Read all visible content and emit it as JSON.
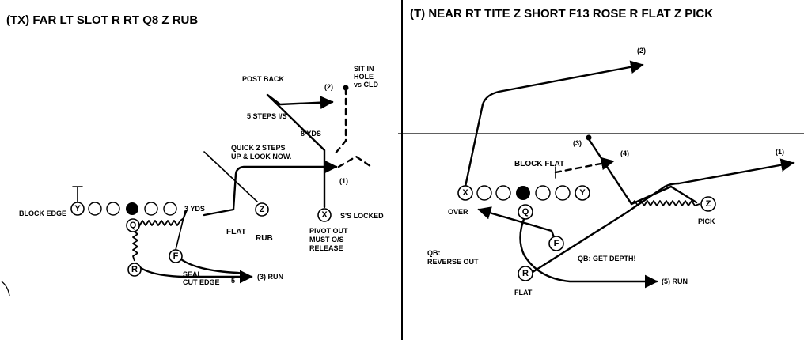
{
  "left_play": {
    "title": "(TX) FAR LT SLOT R RT Q8 Z RUB",
    "players": {
      "y": "Y",
      "q": "Q",
      "r": "R",
      "f": "F",
      "z": "Z",
      "x": "X"
    },
    "labels": {
      "block_edge": "BLOCK EDGE",
      "three_yds": "3 YDS",
      "flat": "FLAT",
      "rub": "RUB",
      "seal": "SEAL",
      "cut_edge": "CUT EDGE",
      "five": "5",
      "run3": "(3) RUN",
      "quick2_l1": "QUICK 2 STEPS",
      "quick2_l2": "UP & LOOK NOW.",
      "post_back": "POST BACK",
      "five_steps": "5 STEPS I/S",
      "eight_yds": "8 YDS",
      "num2": "(2)",
      "num1": "(1)",
      "sit_l1": "SIT IN",
      "sit_l2": "HOLE",
      "sit_l3": "vs CLD",
      "pivot_l1": "PIVOT OUT",
      "pivot_l2": "MUST O/S",
      "pivot_l3": "RELEASE",
      "s_locked": "S'S LOCKED"
    }
  },
  "right_play": {
    "title": "(T) NEAR RT TITE Z SHORT F13 ROSE R FLAT Z PICK",
    "players": {
      "x": "X",
      "y": "Y",
      "q": "Q",
      "f": "F",
      "r": "R",
      "z": "Z"
    },
    "labels": {
      "num2": "(2)",
      "num3": "(3)",
      "num4": "(4)",
      "num1": "(1)",
      "block_flat": "BLOCK FLAT",
      "over": "OVER",
      "pick": "PICK",
      "qb_l1": "QB:",
      "qb_l2": "REVERSE OUT",
      "qb_depth": "QB: GET DEPTH!",
      "flat": "FLAT",
      "run5": "(5) RUN"
    }
  }
}
